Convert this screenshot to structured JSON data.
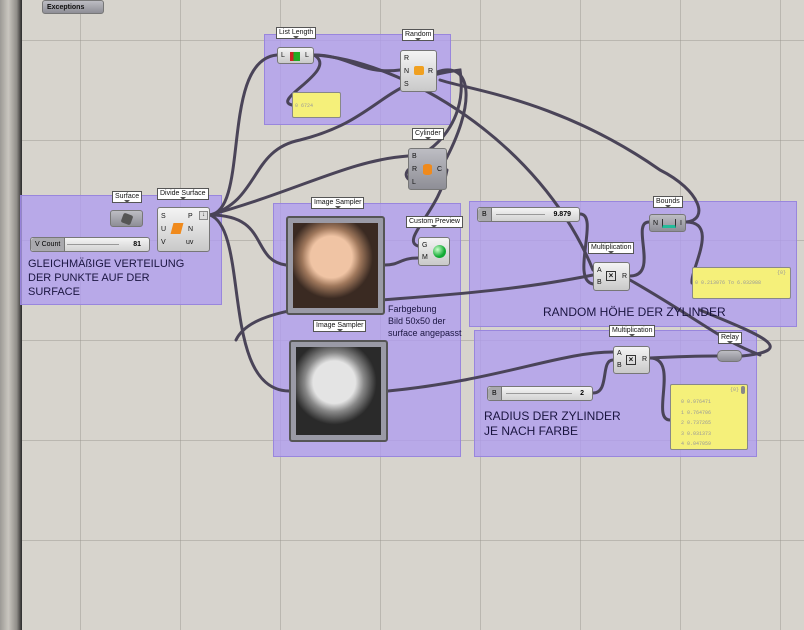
{
  "exceptions": {
    "label": "Exceptions"
  },
  "groups": {
    "surface_note": "GLEICHMÄßIGE VERTEILUNG\nDER PUNKTE AUF DER\nSURFACE",
    "image_note": "Farbgebung\nBild 50x50 der\nsurface angepasst",
    "random_note": "RANDOM HÖHE DER ZYLINDER",
    "radius_note": "RADIUS DER ZYLINDER\nJE NACH FARBE"
  },
  "components": {
    "surface": {
      "label": "Surface"
    },
    "divide_surface": {
      "label": "Divide Surface",
      "inputs": [
        "S",
        "U",
        "V"
      ],
      "outputs": [
        "P",
        "N",
        "uv"
      ]
    },
    "list_length": {
      "label": "List Length",
      "input": "L",
      "output": "L"
    },
    "random": {
      "label": "Random",
      "inputs": [
        "R",
        "N",
        "S"
      ],
      "output": "R"
    },
    "cylinder": {
      "label": "Cylinder",
      "inputs": [
        "B",
        "R",
        "L"
      ],
      "output": "C"
    },
    "image_sampler_color": {
      "label": "Image Sampler"
    },
    "image_sampler_gray": {
      "label": "Image Sampler"
    },
    "custom_preview": {
      "label": "Custom Preview",
      "inputs": [
        "G",
        "M"
      ]
    },
    "bounds": {
      "label": "Bounds",
      "input": "N",
      "output": "I"
    },
    "multiplication_1": {
      "label": "Multiplication",
      "inputs": [
        "A",
        "B"
      ],
      "output": "R"
    },
    "multiplication_2": {
      "label": "Multiplication",
      "inputs": [
        "A",
        "B"
      ],
      "output": "R"
    },
    "relay": {
      "label": "Relay"
    }
  },
  "sliders": {
    "v_count": {
      "name": "V Count",
      "value": "81"
    },
    "height": {
      "name": "B",
      "value": "9.879"
    },
    "radius": {
      "name": "B",
      "value": "2"
    }
  },
  "panels": {
    "list_length": {
      "header": "",
      "values": [
        "0 6724"
      ]
    },
    "bounds": {
      "header": "{0}",
      "values": [
        "0 0.213076 To 6.032988"
      ]
    },
    "radius": {
      "header": "{0}",
      "values": [
        "0 0.976471",
        "1 0.764706",
        "2 0.737265",
        "3 0.031373",
        "4 0.047059"
      ]
    }
  },
  "colors": {
    "group": "#b09cf0",
    "panel": "#f5f07a",
    "wire": "#4a4458",
    "canvas": "#d7d4cd"
  }
}
